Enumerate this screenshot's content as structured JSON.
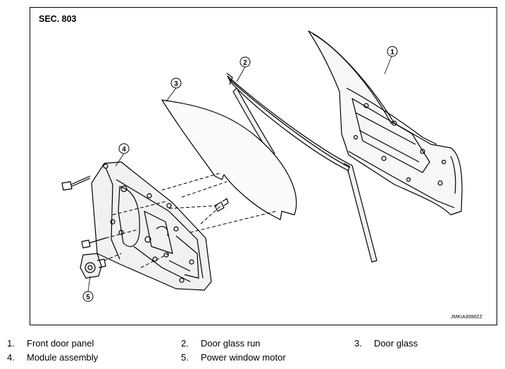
{
  "diagram": {
    "section_label": "SEC. 803",
    "ref_code": "JMKIA3088ZZ",
    "callouts": [
      "1",
      "2",
      "3",
      "4",
      "5"
    ]
  },
  "legend": [
    {
      "num": "1.",
      "text": "Front door panel"
    },
    {
      "num": "2.",
      "text": "Door glass run"
    },
    {
      "num": "3.",
      "text": "Door glass"
    },
    {
      "num": "4.",
      "text": "Module assembly"
    },
    {
      "num": "5.",
      "text": "Power window motor"
    }
  ]
}
